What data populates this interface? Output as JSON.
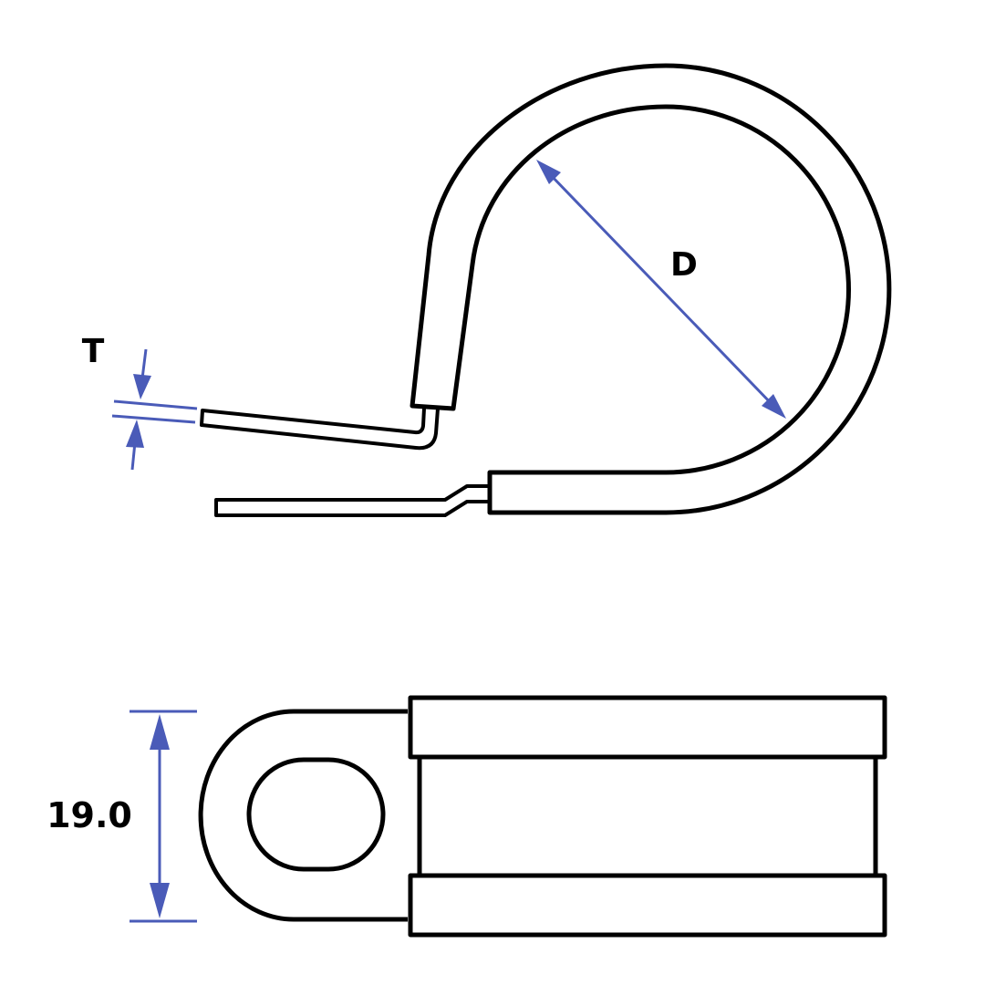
{
  "labels": {
    "thickness": "T",
    "diameter": "D",
    "width": "19.0"
  },
  "colors": {
    "dimension": "#4a5bb8",
    "outline": "#000000"
  }
}
